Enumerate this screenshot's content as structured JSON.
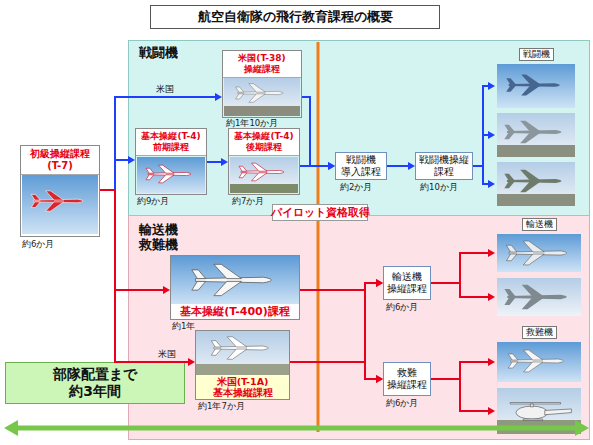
{
  "diagram": {
    "title": "航空自衛隊の飛行教育課程の概要",
    "nodes": [
      {
        "text": [
          "戦闘機"
        ]
      },
      {
        "text": [
          "米国(T-38) 操縦課程"
        ],
        "in": 0
      },
      {
        "text": [
          "基本操縦(T-4) 前期課程"
        ],
        "in": 0
      },
      {
        "text": [
          "基本操縦(T-4) 後期課程"
        ],
        "in": 0
      },
      {
        "text": [
          "戦闘機 導入課程"
        ],
        "in": 0
      },
      {
        "text": [
          "戦闘機操縦課程"
        ],
        "in": 0
      },
      {
        "text": [
          "戦闘機"
        ],
        "in": 0
      },
      {
        "text": [
          "初級操縦課程 (T-7)"
        ]
      },
      {
        "text": [
          "パイロット資格取得"
        ]
      },
      {
        "text": [
          "輸送機 救難機"
        ]
      },
      {
        "text": [
          "基本操縦(T-400)課程"
        ],
        "in": 9
      },
      {
        "text": [
          "米国(T-1A) 基本操縦課程"
        ],
        "in": 9
      },
      {
        "text": [
          "輸送機 操縦課程"
        ],
        "in": 9
      },
      {
        "text": [
          "救難 操縦課程"
        ],
        "in": 9
      },
      {
        "text": [
          "輸送機"
        ],
        "in": 9
      },
      {
        "text": [
          "救難機"
        ],
        "in": 9
      },
      {
        "text": [
          "部隊配置まで 約3年間"
        ]
      }
    ],
    "edges": [
      {
        "from": 7,
        "to": 2,
        "arrow": "to"
      },
      {
        "from": 7,
        "to": 1,
        "label": "米国",
        "arrow": "to"
      },
      {
        "from": 2,
        "to": 3,
        "arrow": "to"
      },
      {
        "from": 1,
        "to": 4,
        "arrow": "to"
      },
      {
        "from": 3,
        "to": 4,
        "arrow": "to"
      },
      {
        "from": 4,
        "to": 5,
        "arrow": "to"
      },
      {
        "from": 5,
        "to": 6,
        "arrow": "to"
      },
      {
        "from": 7,
        "to": 10,
        "arrow": "to"
      },
      {
        "from": 7,
        "to": 11,
        "label": "米国",
        "arrow": "to"
      },
      {
        "from": 10,
        "to": 12,
        "arrow": "to"
      },
      {
        "from": 10,
        "to": 13,
        "arrow": "to"
      },
      {
        "from": 11,
        "to": 12,
        "arrow": "to"
      },
      {
        "from": 11,
        "to": 13,
        "arrow": "to"
      },
      {
        "from": 12,
        "to": 14,
        "arrow": "to"
      },
      {
        "from": 13,
        "to": 15,
        "arrow": "to"
      }
    ],
    "labels": [
      "約1年10か月",
      "約9か月",
      "約7か月",
      "約2か月",
      "約10か月",
      "約6か月",
      "約1年",
      "約1年7か月",
      "約6か月",
      "約6か月"
    ]
  }
}
